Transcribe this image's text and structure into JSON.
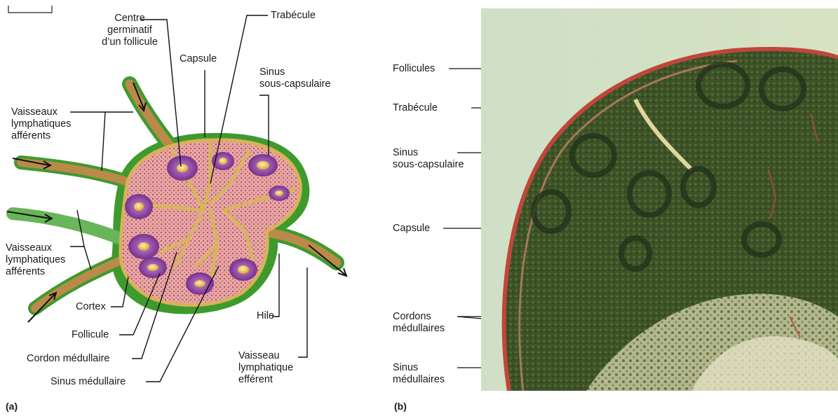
{
  "panel_a": {
    "tag": "(a)",
    "labels": {
      "centre": [
        "Centre",
        "germinatif",
        "d’un follicule"
      ],
      "trabecule": "Trabécule",
      "capsule": "Capsule",
      "sinus_sous": [
        "Sinus",
        "sous-capsulaire"
      ],
      "aff1": [
        "Vaisseaux",
        "lymphatiques",
        "afférents"
      ],
      "aff2": [
        "Vaisseaux",
        "lymphatiques",
        "afférents"
      ],
      "cortex": "Cortex",
      "follicule": "Follicule",
      "cordon": "Cordon médullaire",
      "sinus_med": "Sinus médullaire",
      "hile": "Hile",
      "efferent": [
        "Vaisseau",
        "lymphatique",
        "efférent"
      ]
    }
  },
  "panel_b": {
    "tag": "(b)",
    "labels": {
      "follicules": "Follicules",
      "trabecule": "Trabécule",
      "sinus_sous": [
        "Sinus",
        "sous-capsulaire"
      ],
      "capsule": "Capsule",
      "cordons": [
        "Cordons",
        "médullaires"
      ],
      "sinus_med": [
        "Sinus",
        "médullaires"
      ]
    }
  },
  "colors": {
    "cortex_green": "#3f9a2e",
    "vessel_tan": "#b98a4a",
    "follicle_purple": "#8d3f9c",
    "germinal_yellow": "#e8c24a",
    "tissue_pink": "#d98a8e",
    "stain_green": "#3f5526",
    "stain_red": "#c0463a"
  }
}
